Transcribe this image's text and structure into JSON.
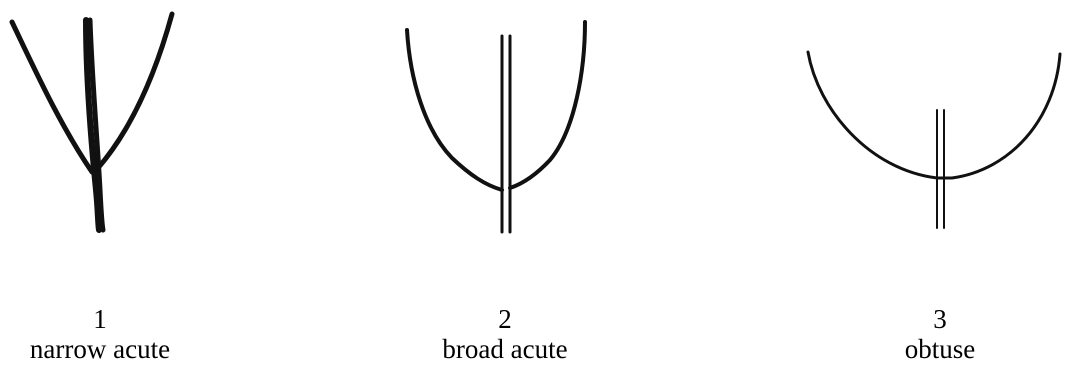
{
  "panels": [
    {
      "number": "1",
      "label": "narrow acute"
    },
    {
      "number": "2",
      "label": "broad acute"
    },
    {
      "number": "3",
      "label": "obtuse"
    }
  ]
}
